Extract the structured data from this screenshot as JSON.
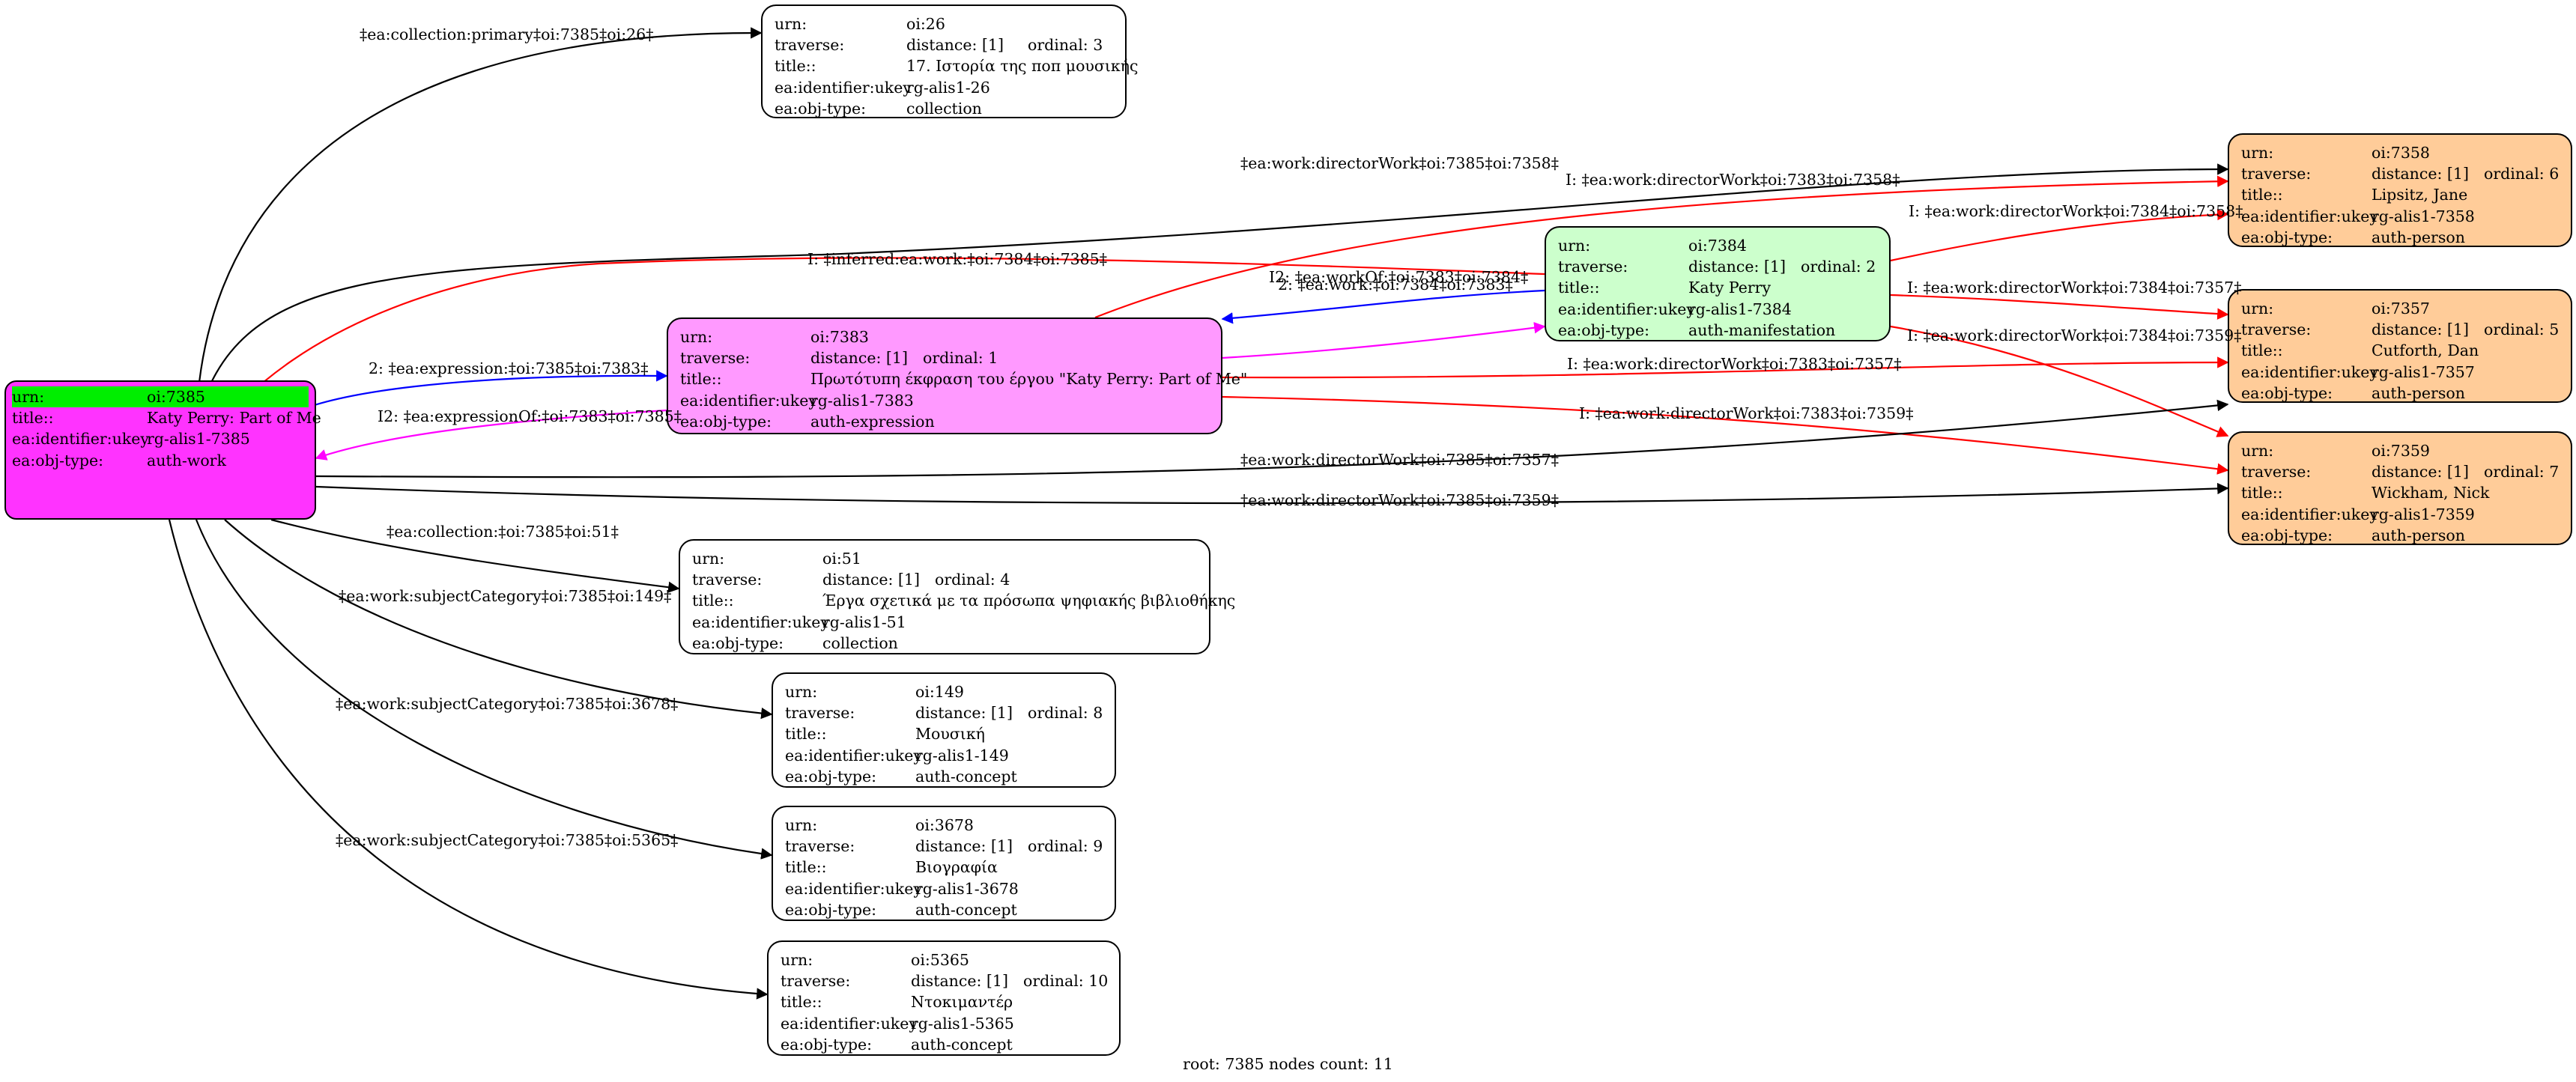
{
  "colors": {
    "root_fill": "#ff33ff",
    "root_highlight": "#00ee00",
    "expression_fill": "#ff99ff",
    "manifestation_fill": "#ccffcc",
    "person_fill": "#ffcc99",
    "default_fill": "#ffffff",
    "edge_black": "#000000",
    "edge_red": "#ff0000",
    "edge_blue": "#0000ff",
    "edge_magenta": "#ff00ff"
  },
  "nodes": [
    {
      "id": "oi:7385",
      "kind": "root",
      "rows": [
        {
          "k": "urn:",
          "v": "oi:7385"
        },
        {
          "k": "title::",
          "v": "Katy Perry: Part of Me"
        },
        {
          "k": "ea:identifier:ukey",
          "v": "rg-alis1-7385"
        },
        {
          "k": "ea:obj-type:",
          "v": "auth-work"
        }
      ]
    },
    {
      "id": "oi:26",
      "kind": "default",
      "rows": [
        {
          "k": "urn:",
          "v": "oi:26"
        },
        {
          "k": "traverse:",
          "v": "distance: [1]",
          "o": "ordinal: 3"
        },
        {
          "k": "title::",
          "v": "17. Ιστορία της ποπ μουσικής"
        },
        {
          "k": "ea:identifier:ukey",
          "v": "rg-alis1-26"
        },
        {
          "k": "ea:obj-type:",
          "v": "collection"
        }
      ]
    },
    {
      "id": "oi:7358",
      "kind": "person",
      "rows": [
        {
          "k": "urn:",
          "v": "oi:7358"
        },
        {
          "k": "traverse:",
          "v": "distance: [1]",
          "o": "ordinal: 6"
        },
        {
          "k": "title::",
          "v": "Lipsitz, Jane"
        },
        {
          "k": "ea:identifier:ukey",
          "v": "rg-alis1-7358"
        },
        {
          "k": "ea:obj-type:",
          "v": "auth-person"
        }
      ]
    },
    {
      "id": "oi:7384",
      "kind": "manifestation",
      "rows": [
        {
          "k": "urn:",
          "v": "oi:7384"
        },
        {
          "k": "traverse:",
          "v": "distance: [1]",
          "o": "ordinal: 2"
        },
        {
          "k": "title::",
          "v": "Katy Perry"
        },
        {
          "k": "ea:identifier:ukey",
          "v": "rg-alis1-7384"
        },
        {
          "k": "ea:obj-type:",
          "v": "auth-manifestation"
        }
      ]
    },
    {
      "id": "oi:7357",
      "kind": "person",
      "rows": [
        {
          "k": "urn:",
          "v": "oi:7357"
        },
        {
          "k": "traverse:",
          "v": "distance: [1]",
          "o": "ordinal: 5"
        },
        {
          "k": "title::",
          "v": "Cutforth, Dan"
        },
        {
          "k": "ea:identifier:ukey",
          "v": "rg-alis1-7357"
        },
        {
          "k": "ea:obj-type:",
          "v": "auth-person"
        }
      ]
    },
    {
      "id": "oi:7383",
      "kind": "expression",
      "rows": [
        {
          "k": "urn:",
          "v": "oi:7383"
        },
        {
          "k": "traverse:",
          "v": "distance: [1]",
          "o": "ordinal: 1"
        },
        {
          "k": "title::",
          "v": "Πρωτότυπη έκφραση του έργου \"Katy Perry: Part of Me\""
        },
        {
          "k": "ea:identifier:ukey",
          "v": "rg-alis1-7383"
        },
        {
          "k": "ea:obj-type:",
          "v": "auth-expression"
        }
      ]
    },
    {
      "id": "oi:7359",
      "kind": "person",
      "rows": [
        {
          "k": "urn:",
          "v": "oi:7359"
        },
        {
          "k": "traverse:",
          "v": "distance: [1]",
          "o": "ordinal: 7"
        },
        {
          "k": "title::",
          "v": "Wickham, Nick"
        },
        {
          "k": "ea:identifier:ukey",
          "v": "rg-alis1-7359"
        },
        {
          "k": "ea:obj-type:",
          "v": "auth-person"
        }
      ]
    },
    {
      "id": "oi:51",
      "kind": "default",
      "rows": [
        {
          "k": "urn:",
          "v": "oi:51"
        },
        {
          "k": "traverse:",
          "v": "distance: [1]",
          "o": "ordinal: 4"
        },
        {
          "k": "title::",
          "v": "Έργα σχετικά με τα πρόσωπα ψηφιακής βιβλιοθήκης"
        },
        {
          "k": "ea:identifier:ukey",
          "v": "rg-alis1-51"
        },
        {
          "k": "ea:obj-type:",
          "v": "collection"
        }
      ]
    },
    {
      "id": "oi:149",
      "kind": "default",
      "rows": [
        {
          "k": "urn:",
          "v": "oi:149"
        },
        {
          "k": "traverse:",
          "v": "distance: [1]",
          "o": "ordinal: 8"
        },
        {
          "k": "title::",
          "v": "Μουσική"
        },
        {
          "k": "ea:identifier:ukey",
          "v": "rg-alis1-149"
        },
        {
          "k": "ea:obj-type:",
          "v": "auth-concept"
        }
      ]
    },
    {
      "id": "oi:3678",
      "kind": "default",
      "rows": [
        {
          "k": "urn:",
          "v": "oi:3678"
        },
        {
          "k": "traverse:",
          "v": "distance: [1]",
          "o": "ordinal: 9"
        },
        {
          "k": "title::",
          "v": "Βιογραφία"
        },
        {
          "k": "ea:identifier:ukey",
          "v": "rg-alis1-3678"
        },
        {
          "k": "ea:obj-type:",
          "v": "auth-concept"
        }
      ]
    },
    {
      "id": "oi:5365",
      "kind": "default",
      "rows": [
        {
          "k": "urn:",
          "v": "oi:5365"
        },
        {
          "k": "traverse:",
          "v": "distance: [1]",
          "o": "ordinal: 10"
        },
        {
          "k": "title::",
          "v": "Ντοκιμαντέρ"
        },
        {
          "k": "ea:identifier:ukey",
          "v": "rg-alis1-5365"
        },
        {
          "k": "ea:obj-type:",
          "v": "auth-concept"
        }
      ]
    }
  ],
  "edges": [
    {
      "id": "e1",
      "from": "oi:7385",
      "to": "oi:26",
      "color": "edge_black",
      "label": "‡ea:collection:primary‡oi:7385‡oi:26‡"
    },
    {
      "id": "e2",
      "from": "oi:7385",
      "to": "oi:7358",
      "color": "edge_black",
      "label": "‡ea:work:directorWork‡oi:7385‡oi:7358‡"
    },
    {
      "id": "e3",
      "from": "oi:7383",
      "to": "oi:7358",
      "color": "edge_red",
      "label": "I: ‡ea:work:directorWork‡oi:7383‡oi:7358‡"
    },
    {
      "id": "e4",
      "from": "oi:7384",
      "to": "oi:7358",
      "color": "edge_red",
      "label": "I: ‡ea:work:directorWork‡oi:7384‡oi:7358‡"
    },
    {
      "id": "e5",
      "from": "oi:7384",
      "to": "oi:7385",
      "color": "edge_red",
      "label": "I: ‡inferred:ea:work:‡oi:7384‡oi:7385‡"
    },
    {
      "id": "e6",
      "from": "oi:7384",
      "to": "oi:7383",
      "color": "edge_blue",
      "label": "2: ‡ea:work:‡oi:7384‡oi:7383‡"
    },
    {
      "id": "e7",
      "from": "oi:7384",
      "to": "oi:7357",
      "color": "edge_red",
      "label": "I: ‡ea:work:directorWork‡oi:7384‡oi:7357‡"
    },
    {
      "id": "e8",
      "from": "oi:7384",
      "to": "oi:7359",
      "color": "edge_red",
      "label": "I: ‡ea:work:directorWork‡oi:7384‡oi:7359‡"
    },
    {
      "id": "e9",
      "from": "oi:7383",
      "to": "oi:7384",
      "color": "edge_magenta",
      "label": "I2: ‡ea:workOf:‡oi:7383‡oi:7384‡"
    },
    {
      "id": "e10",
      "from": "oi:7385",
      "to": "oi:7383",
      "color": "edge_blue",
      "label": "2: ‡ea:expression:‡oi:7385‡oi:7383‡"
    },
    {
      "id": "e11",
      "from": "oi:7383",
      "to": "oi:7357",
      "color": "edge_red",
      "label": "I: ‡ea:work:directorWork‡oi:7383‡oi:7357‡"
    },
    {
      "id": "e12",
      "from": "oi:7383",
      "to": "oi:7385",
      "color": "edge_magenta",
      "label": "I2: ‡ea:expressionOf:‡oi:7383‡oi:7385‡"
    },
    {
      "id": "e13",
      "from": "oi:7383",
      "to": "oi:7359",
      "color": "edge_red",
      "label": "I: ‡ea:work:directorWork‡oi:7383‡oi:7359‡"
    },
    {
      "id": "e14",
      "from": "oi:7385",
      "to": "oi:7357",
      "color": "edge_black",
      "label": "‡ea:work:directorWork‡oi:7385‡oi:7357‡"
    },
    {
      "id": "e15",
      "from": "oi:7385",
      "to": "oi:7359",
      "color": "edge_black",
      "label": "‡ea:work:directorWork‡oi:7385‡oi:7359‡"
    },
    {
      "id": "e16",
      "from": "oi:7385",
      "to": "oi:51",
      "color": "edge_black",
      "label": "‡ea:collection:‡oi:7385‡oi:51‡"
    },
    {
      "id": "e17",
      "from": "oi:7385",
      "to": "oi:149",
      "color": "edge_black",
      "label": "‡ea:work:subjectCategory‡oi:7385‡oi:149‡"
    },
    {
      "id": "e18",
      "from": "oi:7385",
      "to": "oi:3678",
      "color": "edge_black",
      "label": "‡ea:work:subjectCategory‡oi:7385‡oi:3678‡"
    },
    {
      "id": "e19",
      "from": "oi:7385",
      "to": "oi:5365",
      "color": "edge_black",
      "label": "‡ea:work:subjectCategory‡oi:7385‡oi:5365‡"
    }
  ],
  "footer": "root: 7385 nodes count: 11"
}
